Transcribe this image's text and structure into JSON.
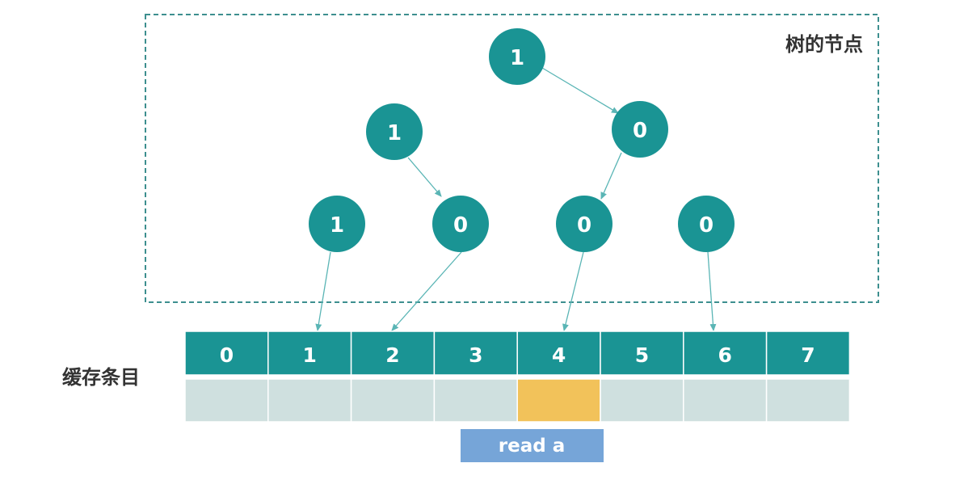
{
  "tree_box": {
    "label": "树的节点"
  },
  "tree_nodes": [
    {
      "id": "root",
      "value": "1"
    },
    {
      "id": "l1-left",
      "value": "1"
    },
    {
      "id": "l1-right",
      "value": "0"
    },
    {
      "id": "l2-a",
      "value": "1"
    },
    {
      "id": "l2-b",
      "value": "0"
    },
    {
      "id": "l2-c",
      "value": "0"
    },
    {
      "id": "l2-d",
      "value": "0"
    }
  ],
  "edges": [
    {
      "from": "root",
      "to": "l1-right"
    },
    {
      "from": "l1-left",
      "to": "l2-b"
    },
    {
      "from": "l1-right",
      "to": "l2-c"
    }
  ],
  "pointers": [
    {
      "from": "l2-a",
      "to_slot": 1
    },
    {
      "from": "l2-b",
      "to_slot": 2
    },
    {
      "from": "l2-c",
      "to_slot": 4
    },
    {
      "from": "l2-d",
      "to_slot": 6
    }
  ],
  "cache": {
    "label": "缓存条目",
    "indices": [
      "0",
      "1",
      "2",
      "3",
      "4",
      "5",
      "6",
      "7"
    ],
    "highlighted_index": 4
  },
  "read_marker": {
    "label": "read a",
    "slot": 4
  },
  "colors": {
    "teal": "#1a9494",
    "edge": "#5ab5b5",
    "dashed_border": "#3d8f8f",
    "cell": "#cfe0df",
    "highlight": "#f2c25a",
    "read_box": "#76a5d8"
  }
}
